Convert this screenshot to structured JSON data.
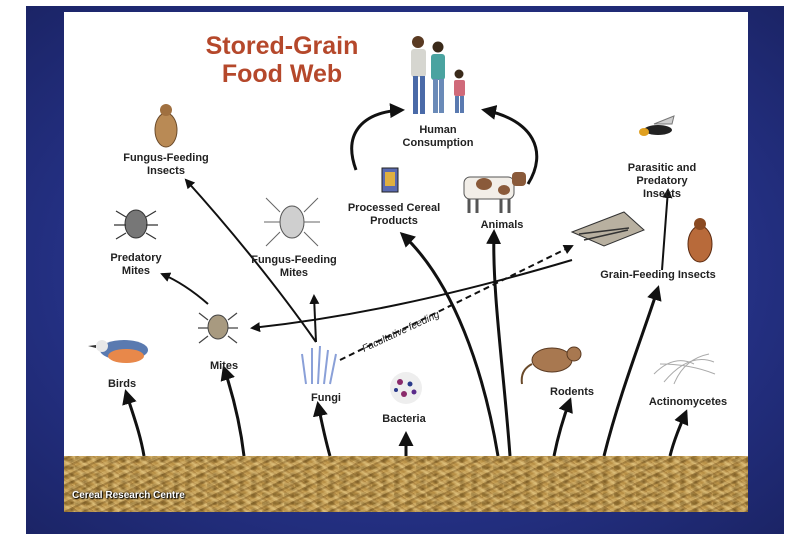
{
  "title_line1": "Stored-Grain",
  "title_line2": "Food Web",
  "credit": "Cereal Research Centre",
  "colors": {
    "background": "#26338a",
    "title": "#b5482b",
    "grain": "#c4a05a"
  },
  "nodes": {
    "human": {
      "line1": "Human",
      "line2": "Consumption"
    },
    "processed": {
      "line1": "Processed Cereal",
      "line2": "Products"
    },
    "animals": {
      "label": "Animals"
    },
    "parasitic": {
      "line1": "Parasitic and",
      "line2": "Predatory Insects"
    },
    "fungus_insects": {
      "line1": "Fungus-Feeding",
      "line2": "Insects"
    },
    "fungus_mites": {
      "line1": "Fungus-Feeding",
      "line2": "Mites"
    },
    "predatory_mites": {
      "line1": "Predatory",
      "line2": "Mites"
    },
    "grain_insects": {
      "label": "Grain-Feeding Insects"
    },
    "mites": {
      "label": "Mites"
    },
    "birds": {
      "label": "Birds"
    },
    "fungi": {
      "label": "Fungi"
    },
    "bacteria": {
      "label": "Bacteria"
    },
    "rodents": {
      "label": "Rodents"
    },
    "actinomycetes": {
      "label": "Actinomycetes"
    }
  },
  "facultative_label": "Facultative feeding"
}
